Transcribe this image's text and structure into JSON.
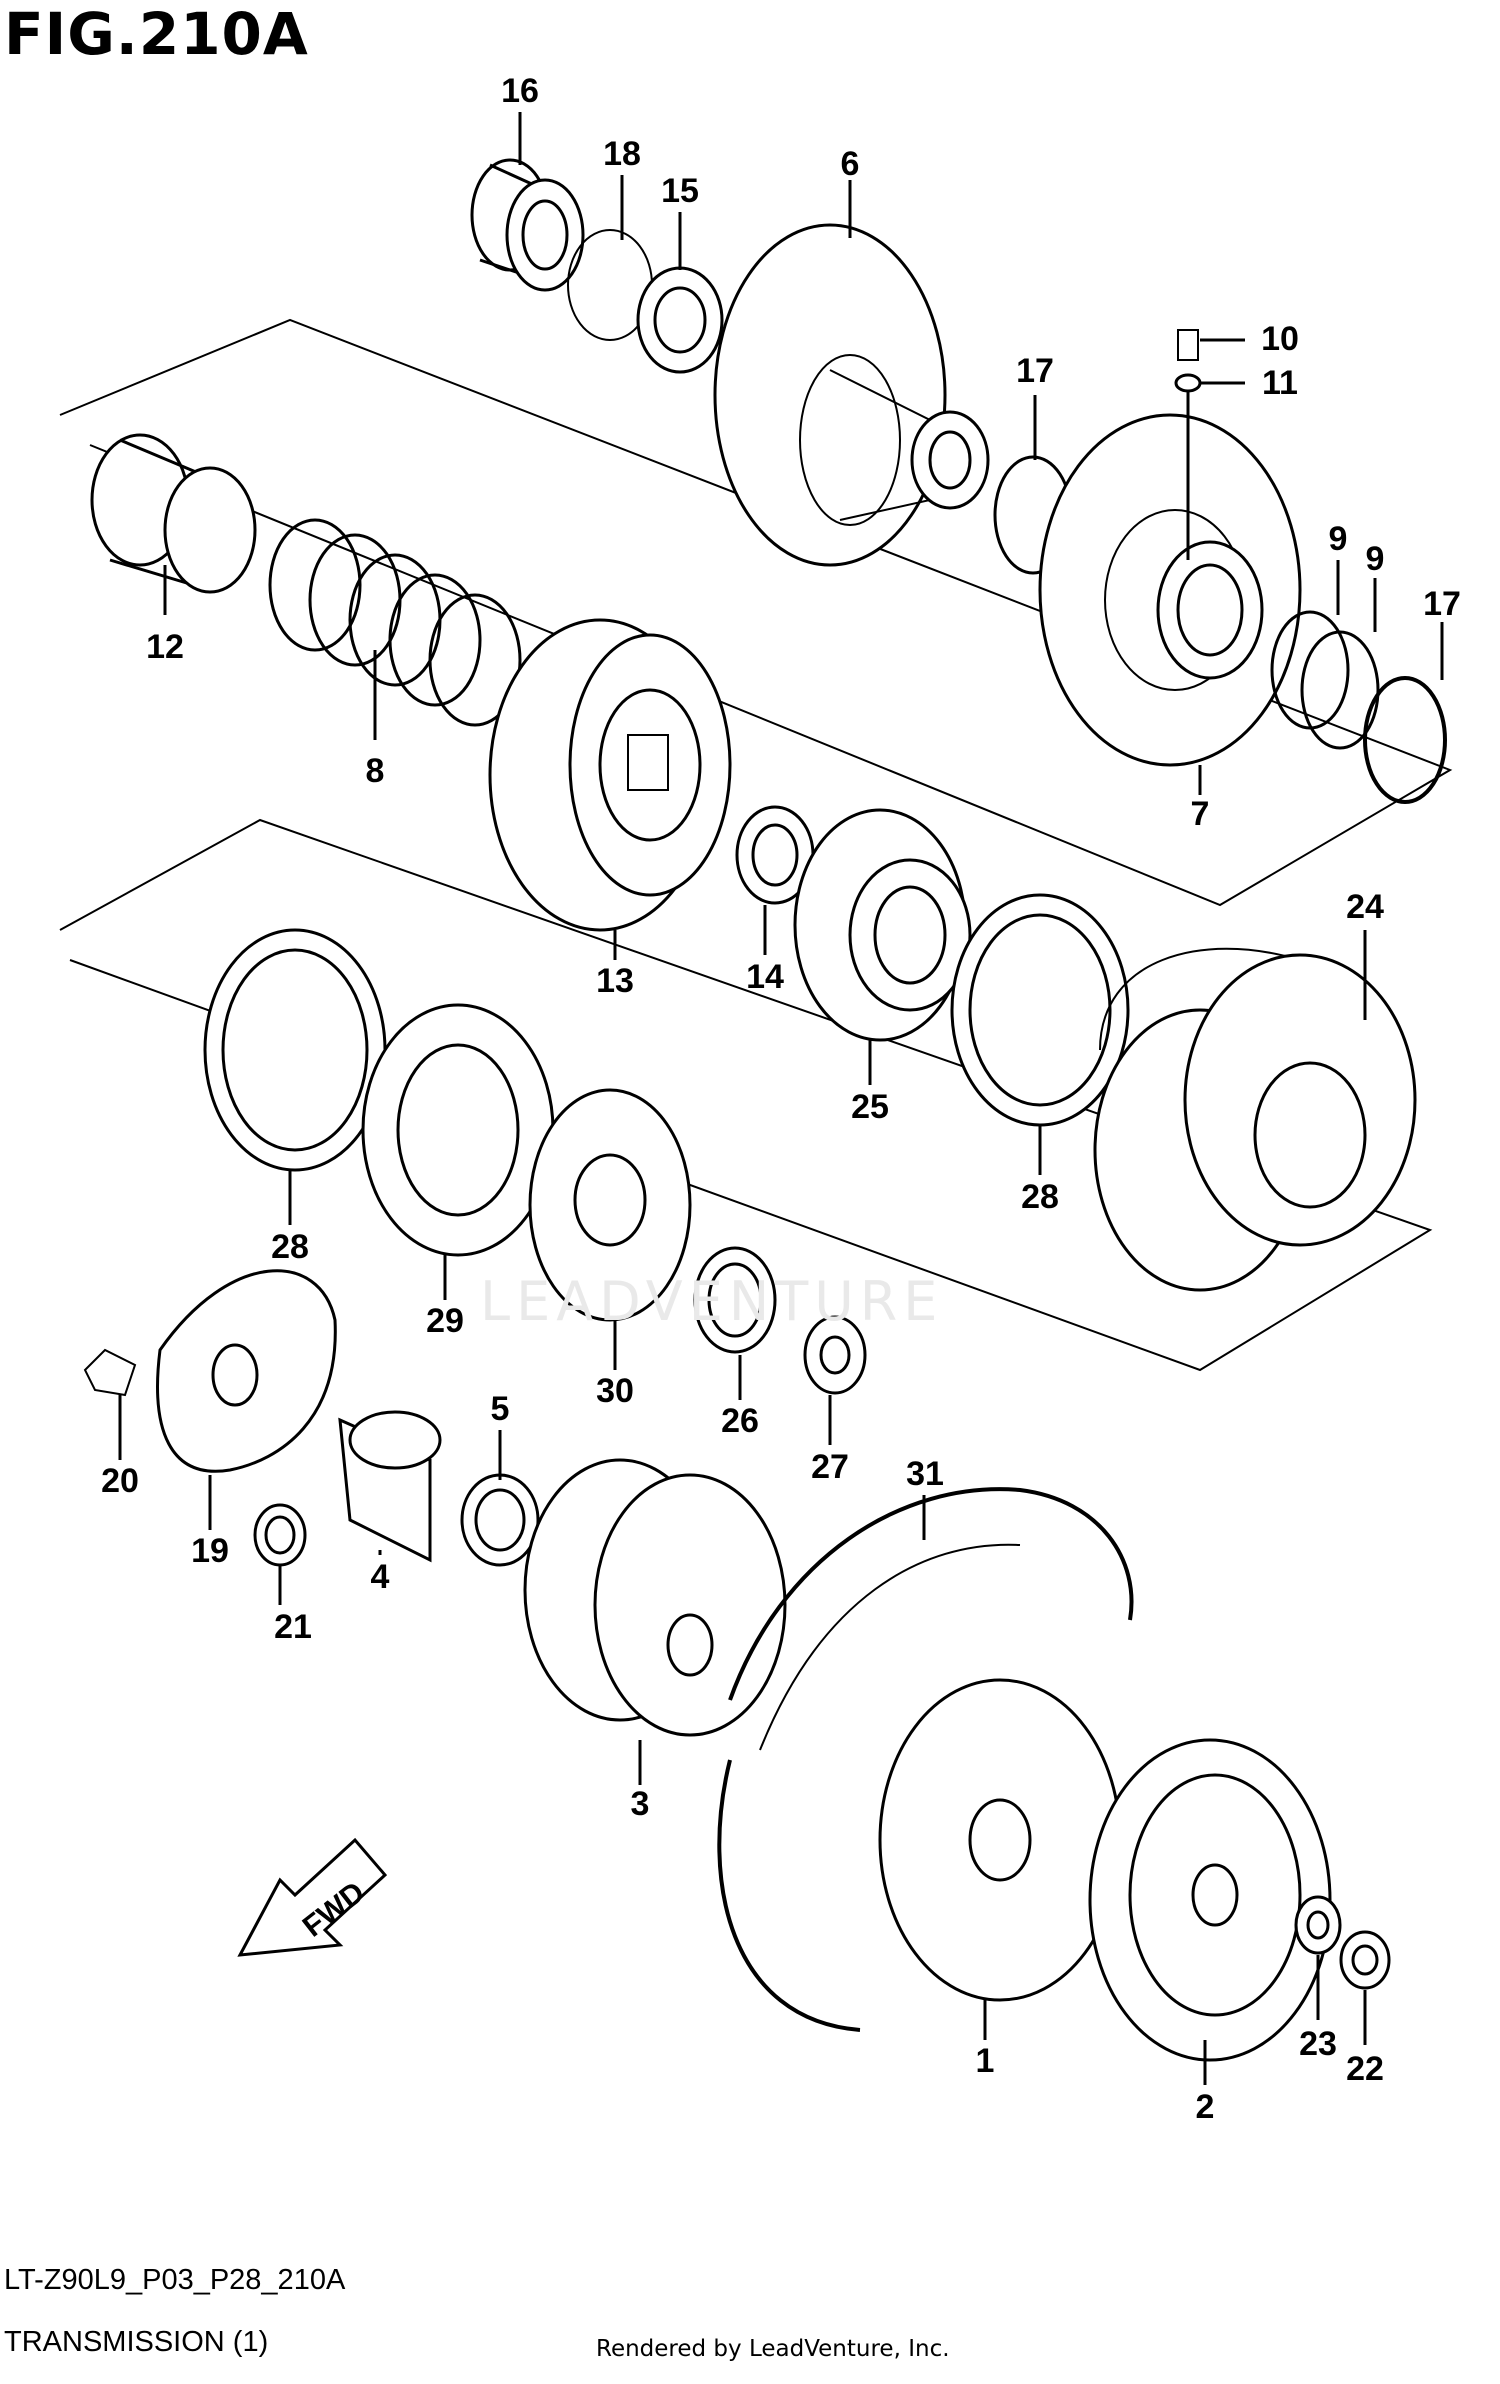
{
  "figure": {
    "title": "FIG.210A",
    "code": "LT-Z90L9_P03_P28_210A",
    "name": "TRANSMISSION (1)",
    "rendered_by": "Rendered by LeadVenture, Inc.",
    "watermark": "LEADVENTURE",
    "direction_label": "FWD"
  },
  "callouts": {
    "c1": "1",
    "c2": "2",
    "c3": "3",
    "c4": "4",
    "c5": "5",
    "c6": "6",
    "c7": "7",
    "c8": "8",
    "c9a": "9",
    "c9b": "9",
    "c10": "10",
    "c11": "11",
    "c12": "12",
    "c13": "13",
    "c14": "14",
    "c15": "15",
    "c16": "16",
    "c17a": "17",
    "c17b": "17",
    "c18": "18",
    "c19": "19",
    "c20": "20",
    "c21": "21",
    "c22": "22",
    "c23": "23",
    "c24": "24",
    "c25": "25",
    "c26": "26",
    "c27": "27",
    "c28a": "28",
    "c28b": "28",
    "c29": "29",
    "c30": "30",
    "c31": "31"
  }
}
